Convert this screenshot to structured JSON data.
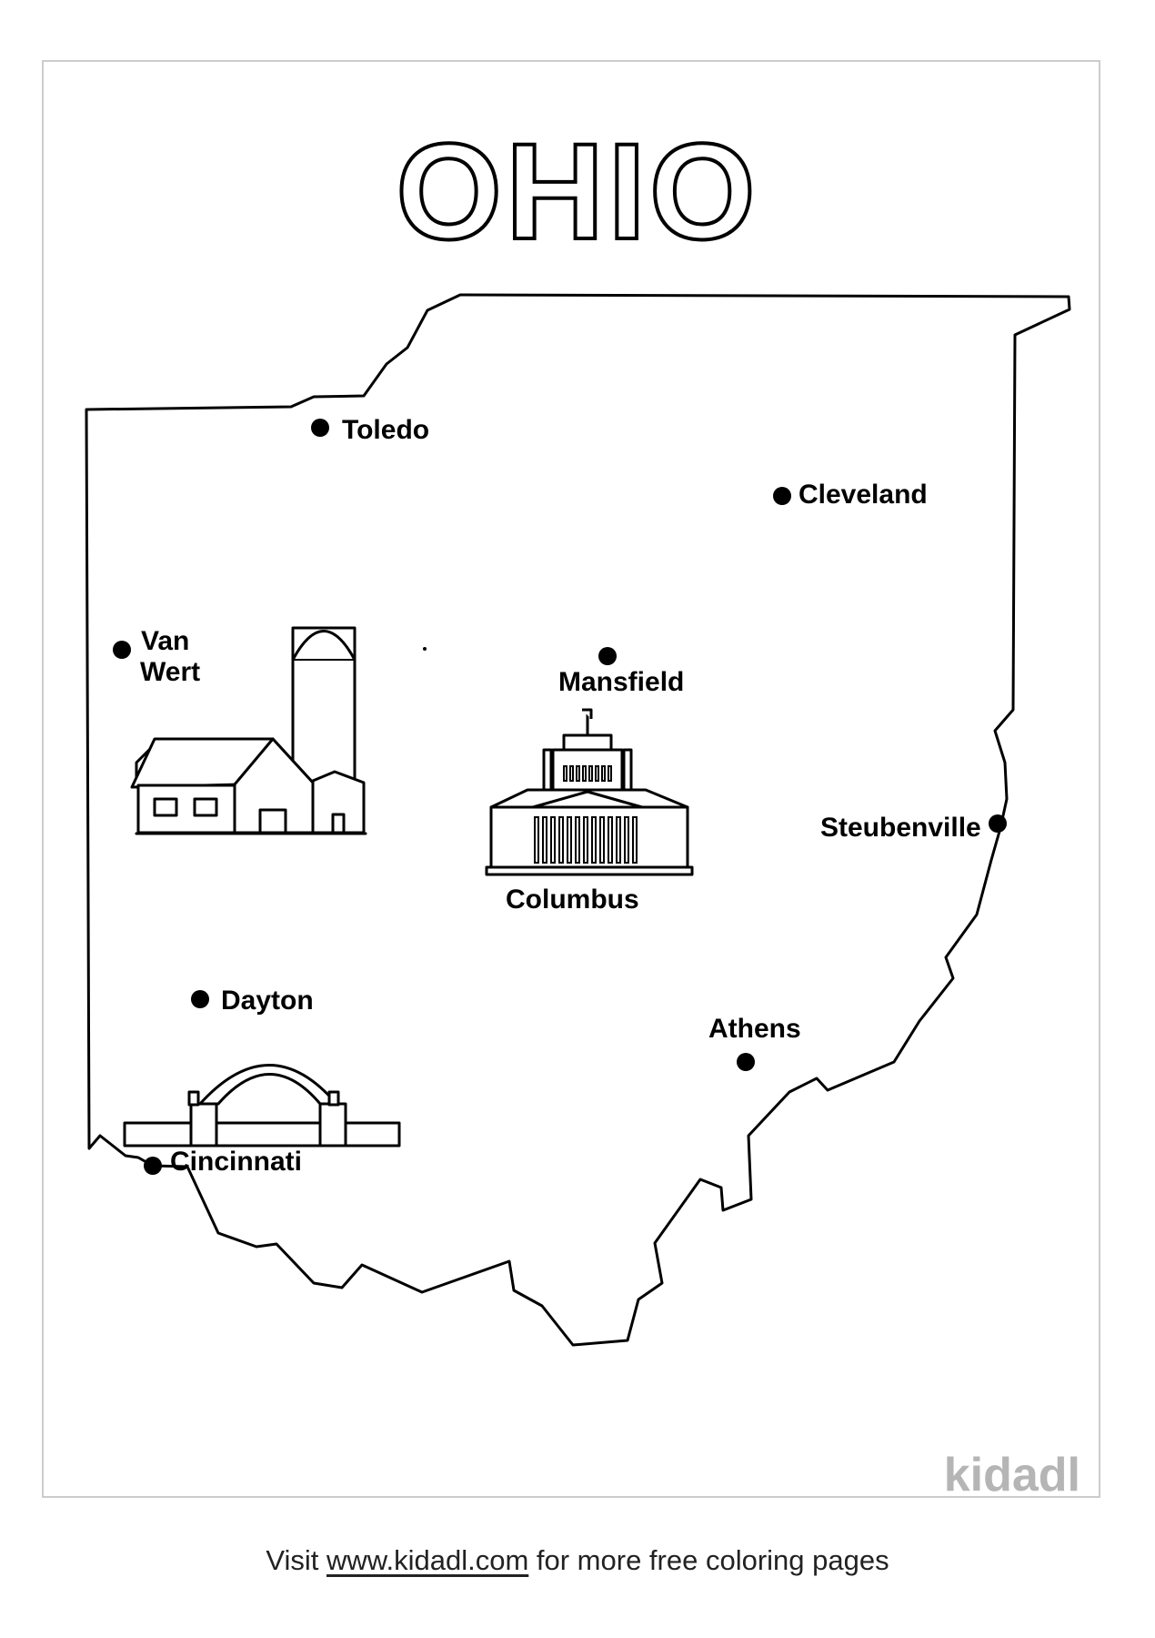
{
  "title": "OHIO",
  "cities": [
    {
      "key": "toledo",
      "label": [
        "Toledo"
      ]
    },
    {
      "key": "cleveland",
      "label": [
        "Cleveland"
      ]
    },
    {
      "key": "van-wert",
      "label": [
        "Van",
        "Wert"
      ]
    },
    {
      "key": "mansfield",
      "label": [
        "Mansfield"
      ]
    },
    {
      "key": "steubenville",
      "label": [
        "Steubenville"
      ]
    },
    {
      "key": "columbus",
      "label": [
        "Columbus"
      ]
    },
    {
      "key": "dayton",
      "label": [
        "Dayton"
      ]
    },
    {
      "key": "athens",
      "label": [
        "Athens"
      ]
    },
    {
      "key": "cincinnati",
      "label": [
        "Cincinnati"
      ]
    }
  ],
  "illustrations": [
    "farm-barn-silo",
    "state-capitol-building",
    "stadium-arch"
  ],
  "watermark": "kidadl",
  "footer": {
    "prefix": "Visit ",
    "link": "www.kidadl.com",
    "suffix": " for more free coloring pages"
  },
  "colors": {
    "ink": "#000000",
    "paper": "#ffffff",
    "frame": "#cccccc",
    "watermark": "#b5b5b5"
  }
}
